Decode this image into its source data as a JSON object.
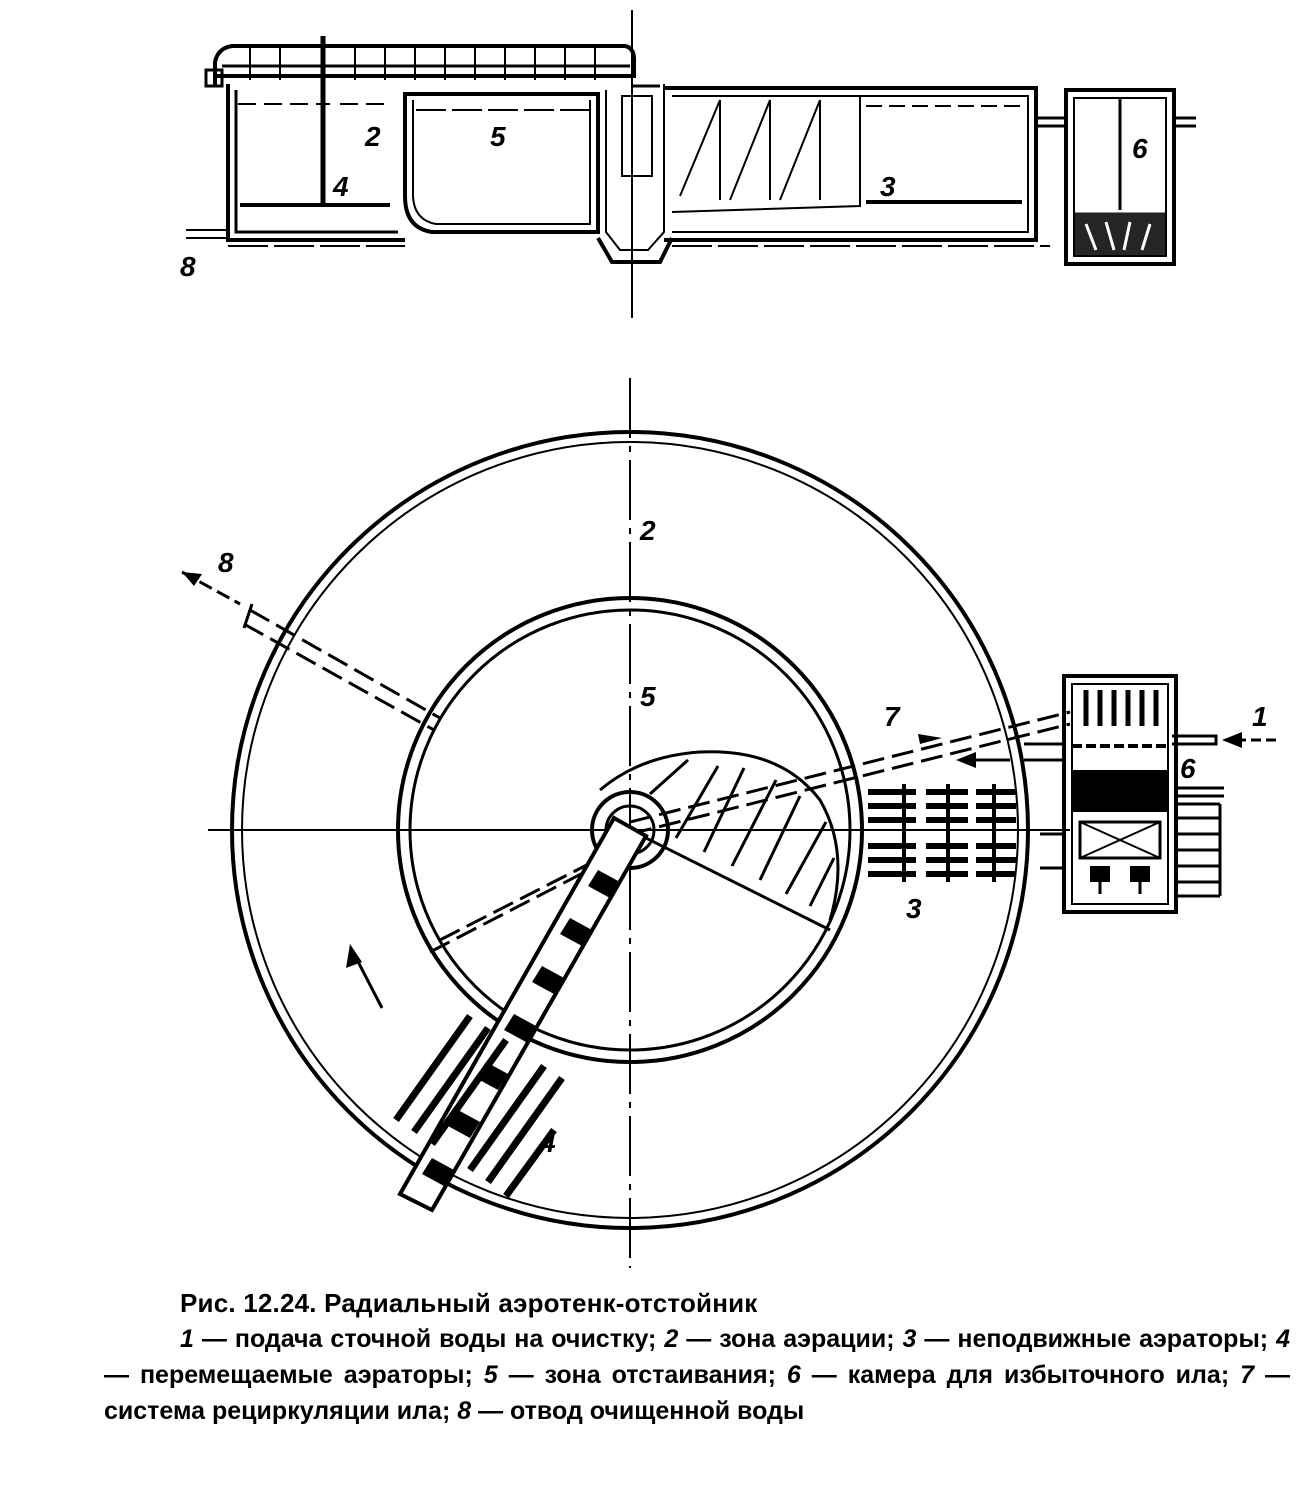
{
  "figure": {
    "section_labels": {
      "l2": "2",
      "l5": "5",
      "l4": "4",
      "l3": "3",
      "l6": "6",
      "l8": "8"
    },
    "plan_labels": {
      "l2": "2",
      "l5": "5",
      "l8": "8",
      "l7": "7",
      "l1": "1",
      "l6": "6",
      "l3": "3",
      "l4": "4"
    }
  },
  "caption": {
    "title": "Рис. 12.24. Радиальный аэротенк-отстойник",
    "items": [
      {
        "num": "1",
        "text": " — подача сточной воды на очистку; "
      },
      {
        "num": "2",
        "text": " — зона аэрации; "
      },
      {
        "num": "3",
        "text": " — неподвижные аэраторы; "
      },
      {
        "num": "4",
        "text": " — перемещаемые аэраторы; "
      },
      {
        "num": "5",
        "text": " — зона отстаивания; "
      },
      {
        "num": "6",
        "text": " — камера для избыточного ила; "
      },
      {
        "num": "7",
        "text": " — система рециркуляции ила; "
      },
      {
        "num": "8",
        "text": " — отвод очищенной воды"
      }
    ]
  }
}
